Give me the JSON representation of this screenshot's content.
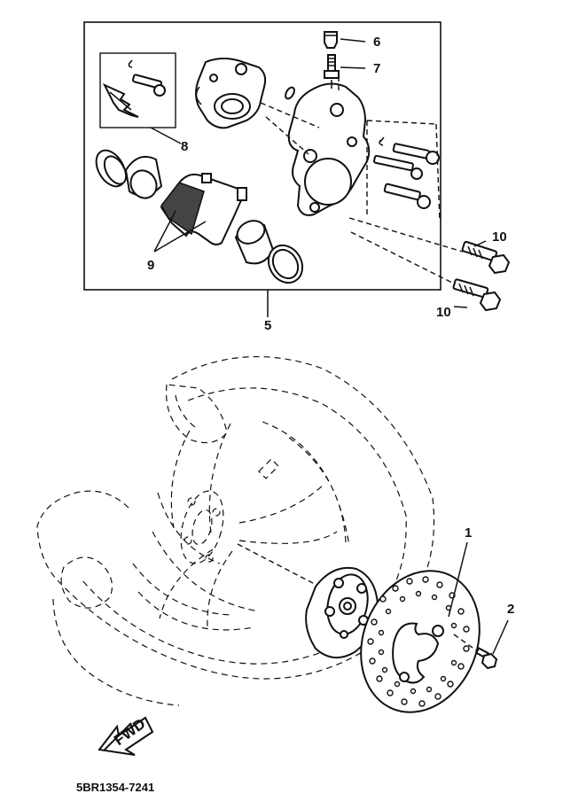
{
  "callouts": {
    "disc": "1",
    "disc_bolt": "2",
    "caliper_assy": "5",
    "bleed_cap": "6",
    "bleed_screw": "7",
    "pin_kit": "8",
    "pads": "9",
    "caliper_bolt_upper": "10",
    "caliper_bolt_lower": "10"
  },
  "direction_arrow": "FWD",
  "diagram_code": "5BR1354-7241"
}
